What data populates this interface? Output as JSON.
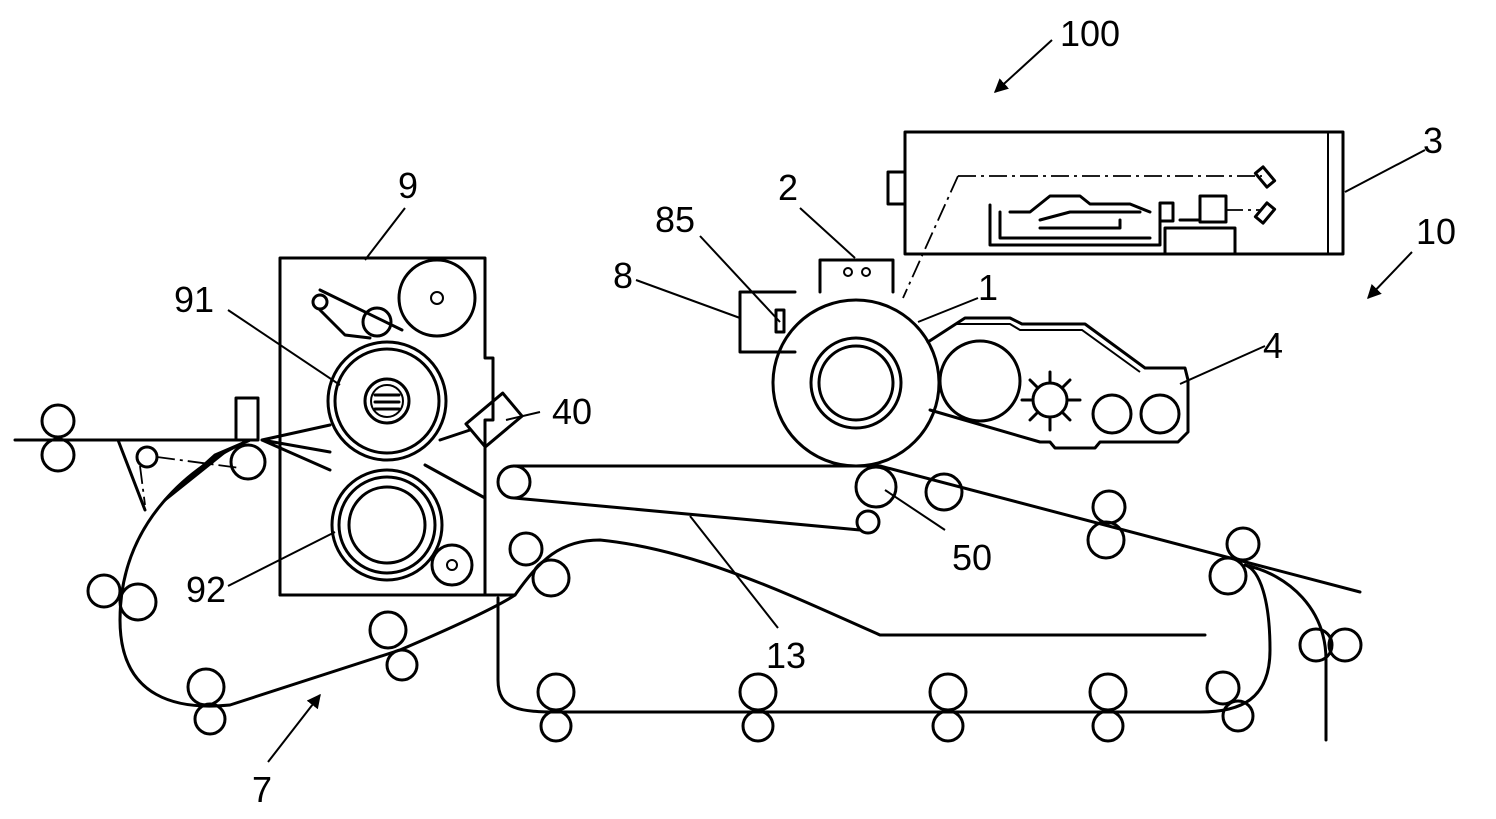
{
  "figure": {
    "labels": {
      "l100": "100",
      "l3": "3",
      "l10": "10",
      "l2": "2",
      "l85": "85",
      "l8": "8",
      "l1": "1",
      "l4": "4",
      "l9": "9",
      "l91": "91",
      "l40": "40",
      "l50": "50",
      "l92": "92",
      "l13": "13",
      "l7": "7"
    }
  }
}
